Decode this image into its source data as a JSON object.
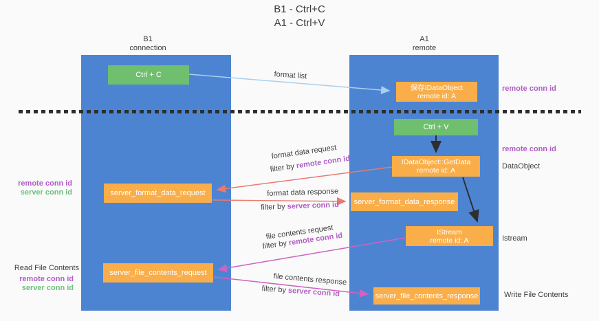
{
  "title": {
    "line1": "B1 - Ctrl+C",
    "line2": "A1 - Ctrl+V"
  },
  "columns": {
    "left": {
      "name": "B1",
      "role": "connection"
    },
    "right": {
      "name": "A1",
      "role": "remote"
    }
  },
  "boxes": {
    "ctrl_c": {
      "label": "Ctrl + C"
    },
    "save_idataobject": {
      "line1": "保存IDataObject",
      "line2": "remote id: A"
    },
    "ctrl_v": {
      "label": "Ctrl + V"
    },
    "idataobject_getdata": {
      "line1": "IDataObject::GetData",
      "line2": "remote id: A"
    },
    "server_format_data_request": {
      "label": "server_format_data_request"
    },
    "server_format_data_response": {
      "label": "server_format_data_response"
    },
    "istream": {
      "line1": "IStream",
      "line2": "remote id: A"
    },
    "server_file_contents_request": {
      "label": "server_file_contents_request"
    },
    "server_file_contents_response": {
      "label": "server_file_contents_response"
    }
  },
  "arrow_labels": {
    "format_list": "format list",
    "format_data_request": "format data request",
    "format_data_response": "format data response",
    "file_contents_request": "file contents request",
    "file_contents_response": "file contents response",
    "filter_by_remote": {
      "prefix": "filter by",
      "id": "remote conn id"
    },
    "filter_by_server": {
      "prefix": "filter by",
      "id": "server conn id"
    }
  },
  "side_labels": {
    "remote_conn_id": "remote conn id",
    "server_conn_id": "server conn id",
    "dataobject": "DataObject",
    "istream": "Istream",
    "read_file_contents": "Read File Contents",
    "write_file_contents": "Write File Contents"
  },
  "colors": {
    "background": "#fafafa",
    "column_blue": "#4d84d2",
    "box_orange": "#f9ae49",
    "box_green": "#70bf6f",
    "arrow_light_blue": "#a9cfee",
    "arrow_red": "#e87a72",
    "arrow_magenta": "#cf63c0",
    "arrow_black": "#2e2e2e",
    "text_purple": "#b05fc6",
    "text_green": "#6fbf7c",
    "text_dark": "#3f3f3f"
  }
}
